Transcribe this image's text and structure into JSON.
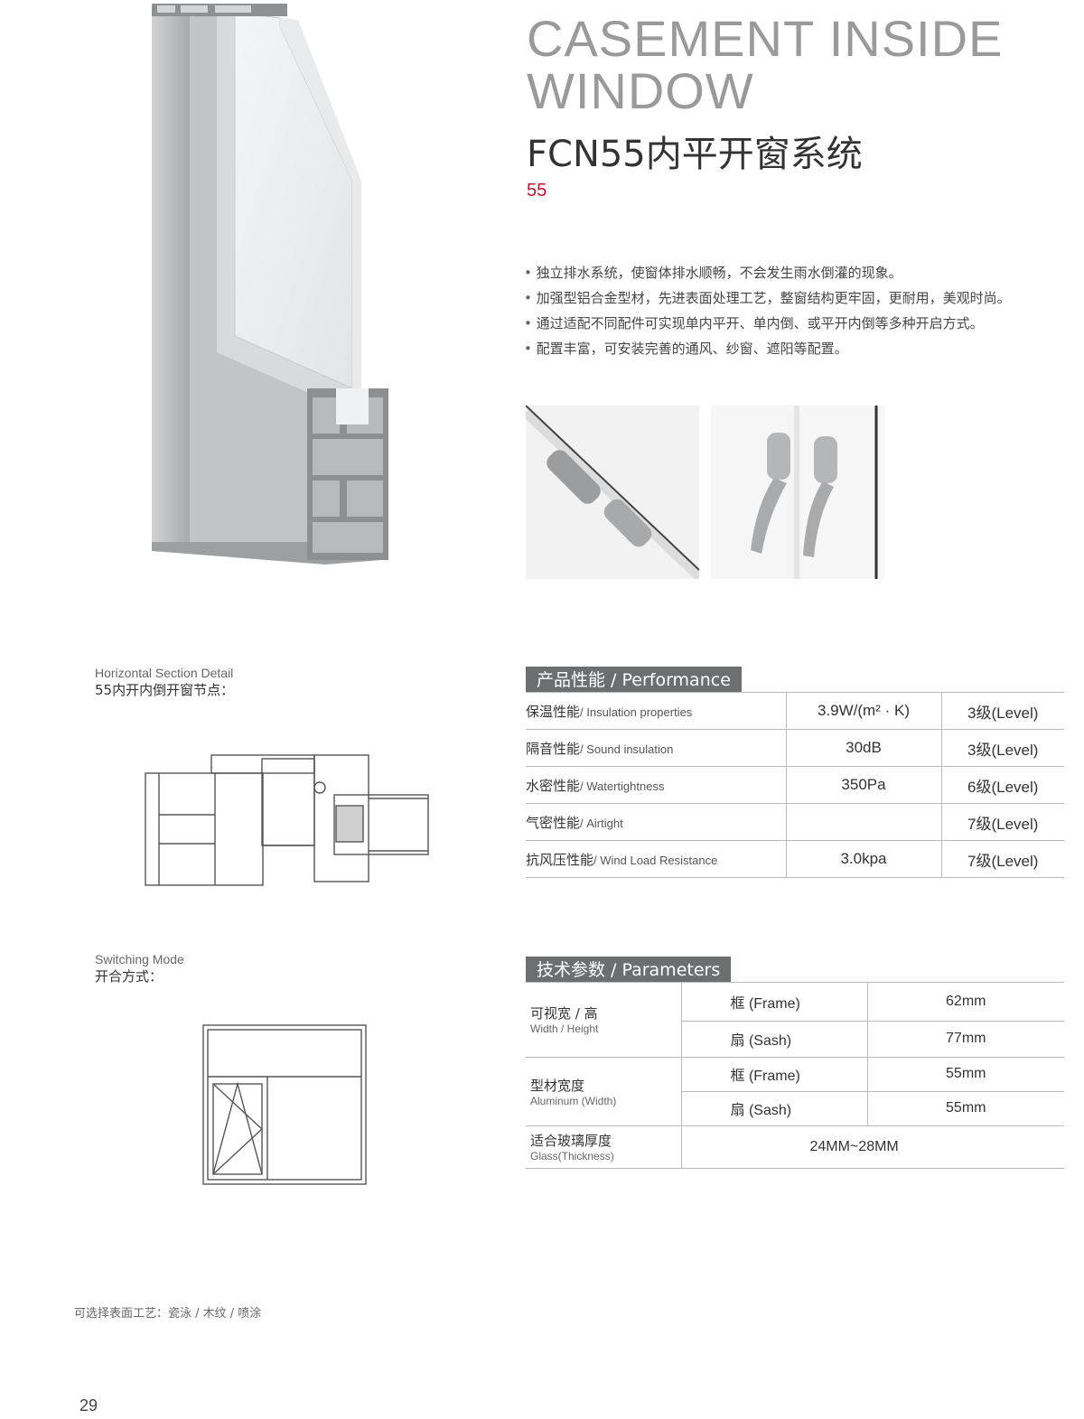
{
  "header": {
    "title_en": "CASEMENT INSIDE WINDOW",
    "title_cn": "FCN55内平开窗系统",
    "series_number": "55"
  },
  "features": [
    "独立排水系统，使窗体排水顺畅，不会发生雨水倒灌的现象。",
    "加强型铝合金型材，先进表面处理工艺，整窗结构更牢固，更耐用，美观时尚。",
    "通过适配不同配件可实现单内平开、单内倒、或平开内倒等多种开启方式。",
    "配置丰富，可安装完善的通风、纱窗、遮阳等配置。"
  ],
  "section_detail": {
    "label_en": "Horizontal Section Detail",
    "label_cn": "55内开内倒开窗节点："
  },
  "switching_mode": {
    "label_en": "Switching Mode",
    "label_cn": "开合方式："
  },
  "performance": {
    "heading": "产品性能 / Performance",
    "rows": [
      {
        "cn": "保温性能",
        "en": "/ Insulation properties",
        "value": "3.9W/(m² · K)",
        "level": "3级(Level)"
      },
      {
        "cn": "隔音性能",
        "en": "/ Sound insulation",
        "value": "30dB",
        "level": "3级(Level)"
      },
      {
        "cn": "水密性能",
        "en": "/ Watertightness",
        "value": "350Pa",
        "level": "6级(Level)"
      },
      {
        "cn": "气密性能",
        "en": "/ Airtight",
        "value": "",
        "level": "7级(Level)"
      },
      {
        "cn": "抗风压性能",
        "en": "/ Wind Load Resistance",
        "value": "3.0kpa",
        "level": "7级(Level)"
      }
    ]
  },
  "parameters": {
    "heading": "技术参数 / Parameters",
    "groups": [
      {
        "cn": "可视宽 / 高",
        "en": "Width / Height",
        "rows": [
          {
            "part": "框 (Frame)",
            "value": "62mm"
          },
          {
            "part": "扇 (Sash)",
            "value": "77mm"
          }
        ]
      },
      {
        "cn": "型材宽度",
        "en": "Aluminum (Width)",
        "rows": [
          {
            "part": "框 (Frame)",
            "value": "55mm"
          },
          {
            "part": "扇 (Sash)",
            "value": "55mm"
          }
        ]
      }
    ],
    "glass": {
      "cn": "适合玻璃厚度",
      "en": "Glass(Thickness)",
      "value": "24MM~28MM"
    }
  },
  "footer": {
    "surface_note": "可选择表面工艺：瓷泳 / 木纹 / 喷涂",
    "page_number": "29"
  },
  "colors": {
    "accent": "#c8102e",
    "section_header_bg": "#6d6e70",
    "profile_gray": "#b9babc"
  }
}
